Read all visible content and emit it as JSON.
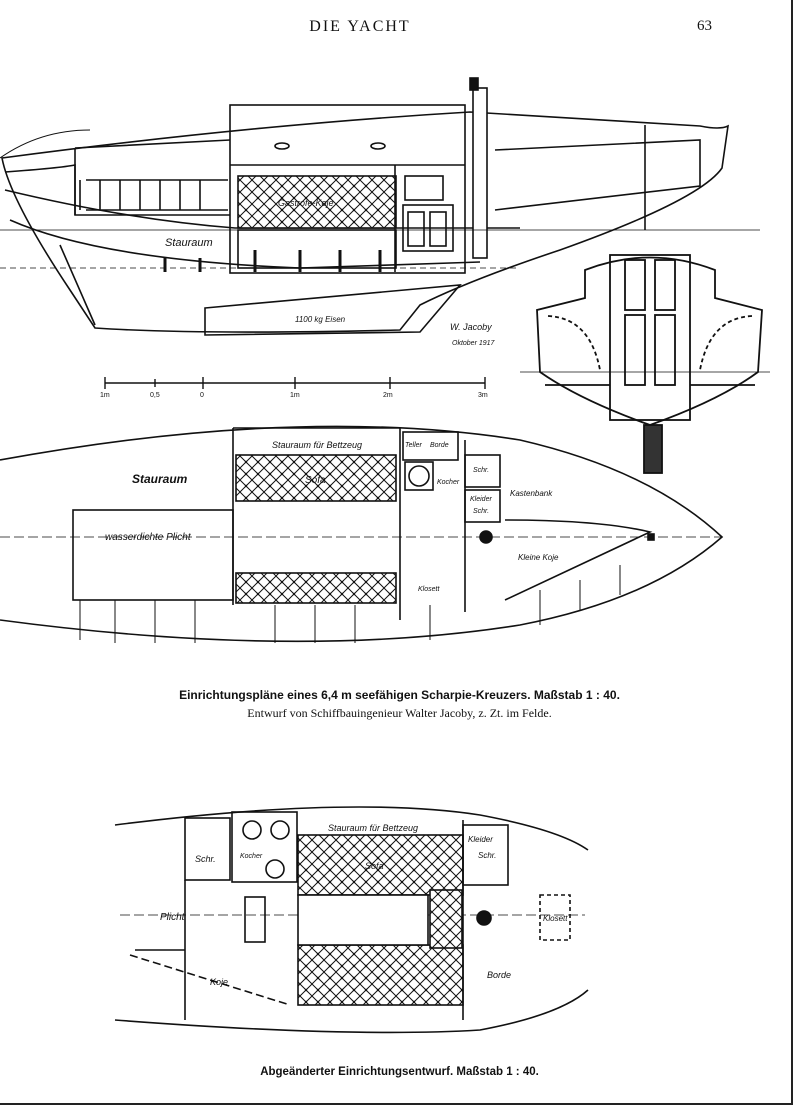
{
  "header": {
    "title": "DIE YACHT",
    "page_number": "63"
  },
  "profile": {
    "labels": {
      "gastkoje": "Gastrofe-Koje",
      "stauraum": "Stauraum",
      "ballast": "1100 kg Eisen",
      "signature": "W. Jacoby",
      "date": "Oktober 1917"
    },
    "scale_ticks": [
      "1m",
      "0,5",
      "0",
      "1m",
      "2m",
      "3m"
    ]
  },
  "plan1": {
    "labels": {
      "stauraum": "Stauraum",
      "plicht": "wasserdichte Plicht",
      "bettzeug": "Stauraum für Bettzeug",
      "sofa": "Sofa",
      "teller": "Teller",
      "borde": "Borde",
      "kocher": "Kocher",
      "schr": "Schr.",
      "kleider": "Kleider",
      "kleider_schr": "Schr.",
      "kastenbank": "Kastenbank",
      "kleine_koje": "Kleine Koje",
      "klosett": "Klosett"
    }
  },
  "caption1": {
    "bold": "Einrichtungspläne eines 6,4 m seefähigen Scharpie-Kreuzers.",
    "scale": "Maßstab 1 : 40.",
    "line2": "Entwurf von Schiffbauingenieur Walter Jacoby, z. Zt. im Felde."
  },
  "plan2": {
    "labels": {
      "schr": "Schr.",
      "kocher": "Kocher",
      "bettzeug": "Stauraum für Bettzeug",
      "sofa": "Sofa",
      "kleider": "Kleider",
      "kleider_schr": "Schr.",
      "plicht": "Plicht",
      "klosett": "Klosett",
      "koje": "Koje",
      "borde": "Borde"
    }
  },
  "caption2": {
    "bold": "Abgeänderter Einrichtungsentwurf.",
    "scale": "Maßstab 1 : 40."
  }
}
